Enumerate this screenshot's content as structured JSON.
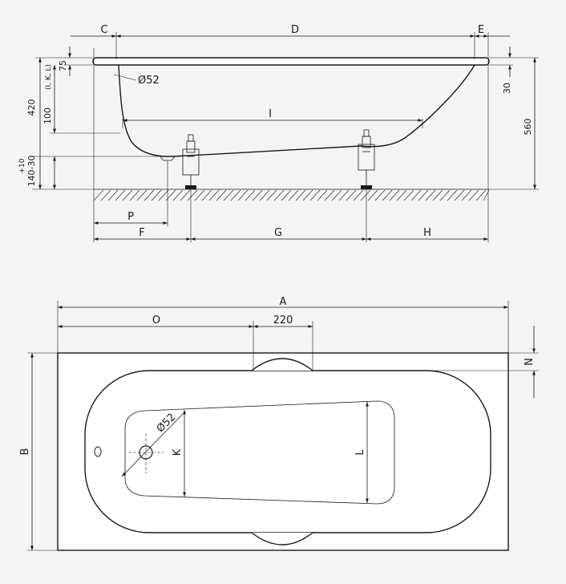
{
  "side_view": {
    "labels": {
      "C": "C",
      "D": "D",
      "E": "E",
      "diameter": "Ø52",
      "I": "I",
      "P": "P",
      "F": "F",
      "G": "G",
      "H": "H"
    },
    "vertical_labels": {
      "rim": "75",
      "depth": "420",
      "depth_ikl": "100",
      "depth_ikl_sub": "(I, K, L)",
      "plus": "+10",
      "leg": "140-30",
      "edge": "30",
      "total": "560"
    }
  },
  "top_view": {
    "labels": {
      "A": "A",
      "O": "O",
      "width_220": "220",
      "N": "N",
      "B": "B",
      "K": "K",
      "L": "L",
      "diameter": "Ø52"
    }
  }
}
